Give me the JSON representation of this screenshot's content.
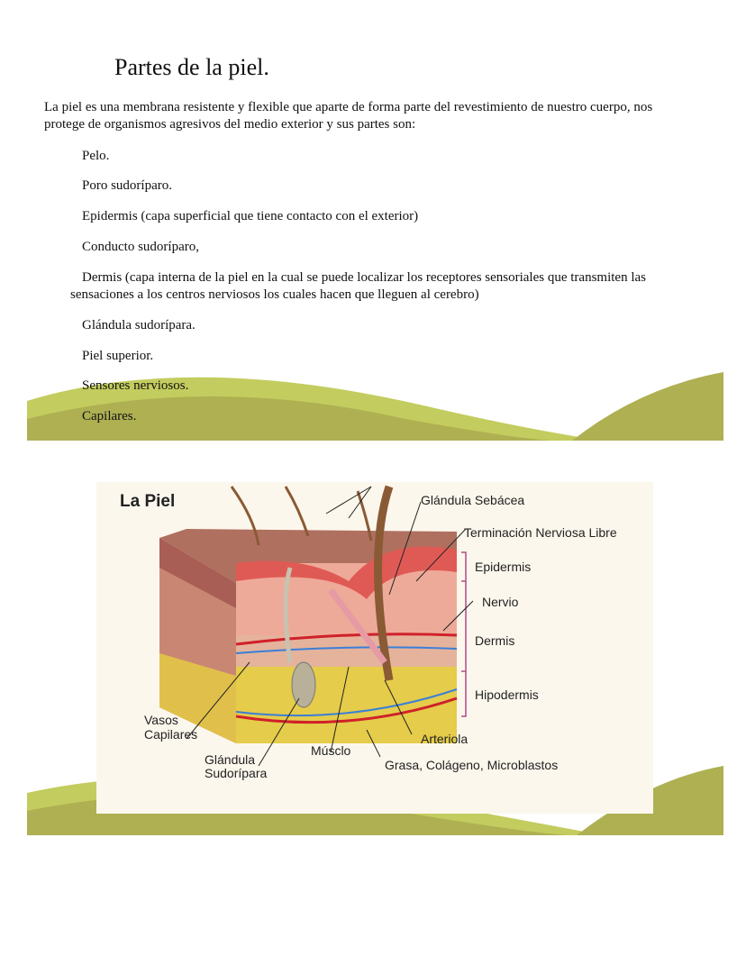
{
  "title": "Partes de la piel.",
  "intro": "La piel es una membrana resistente y flexible que aparte de forma parte del revestimiento de nuestro cuerpo, nos protege de organismos agresivos del medio exterior y sus partes son:",
  "items": [
    "Pelo.",
    "Poro sudoríparo.",
    "Epidermis (capa superficial que tiene contacto con el exterior)",
    "Conducto sudoríparo,",
    "Dermis (capa interna de la piel en la cual se puede localizar los receptores sensoriales que transmiten las sensaciones a los centros nerviosos los cuales hacen que lleguen al cerebro)",
    "Glándula sudorípara.",
    "Piel superior.",
    "Sensores nerviosos.",
    "Capilares."
  ],
  "figure": {
    "title": "La Piel",
    "labels": {
      "sebacea": "Glándula Sebácea",
      "terminacion": "Terminación Nerviosa Libre",
      "epidermis": "Epidermis",
      "nervio": "Nervio",
      "dermis": "Dermis",
      "hipodermis": "Hipodermis",
      "vasos1": "Vasos",
      "vasos2": "Capilares",
      "arteriola": "Arteriola",
      "musclo": "Músclo",
      "glandula1": "Glándula",
      "glandula2": "Sudorípara",
      "grasa": "Grasa, Colágeno, Microblastos"
    }
  },
  "colors": {
    "green_light": "#c3cc5e",
    "green_dark": "#aeb052",
    "figure_bg": "#fcf7ec"
  }
}
